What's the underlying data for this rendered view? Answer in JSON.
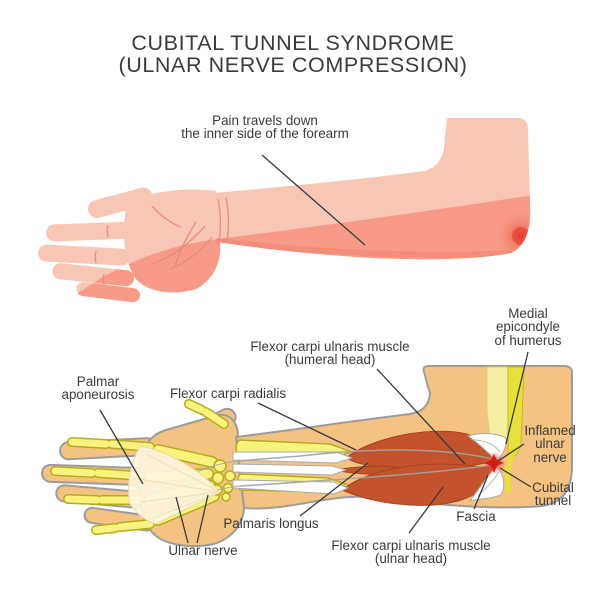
{
  "title": {
    "line1": "CUBITAL TUNNEL SYNDROME",
    "line2": "(ULNAR NERVE COMPRESSION)"
  },
  "figure_top": {
    "description": "arm illustration with pain zone on inner forearm and red glow at elbow",
    "pain_label": "Pain travels down\nthe inner side of the forearm"
  },
  "figure_bottom": {
    "description": "anatomical forearm illustration with bones, flexor muscles, tendons and ulnar nerve",
    "labels": {
      "palmar_aponeurosis": "Palmar\naponeurosis",
      "flexor_carpi_radialis": "Flexor carpi radialis",
      "fcu_humeral": "Flexor carpi ulnaris muscle\n(humeral head)",
      "medial_epicondyle": "Medial\nepicondyle\nof humerus",
      "inflamed_ulnar_nerve": "Inflamed\nulnar\nnerve",
      "cubital_tunnel": "Cubital\ntunnel",
      "fascia": "Fascia",
      "fcu_ulnar": "Flexor carpi ulnaris muscle\n(ulnar head)",
      "palmaris_longus": "Palmaris longus",
      "ulnar_nerve": "Ulnar nerve"
    }
  },
  "colors": {
    "text": "#3A3A3C",
    "skin_top_arm": "#F8C6B4",
    "pain_band": "#F6907E",
    "elbow_glow": "#E5392B",
    "skin_bottom_arm": "#F5C381",
    "skin_outline": "#9C9C9C",
    "bone_fill": "#F8F37E",
    "bone_outline": "#B5AC1E",
    "nerve_yellow": "#E7E03C",
    "muscle": "#C3532C",
    "tendon_white": "#FFFFFF",
    "aponeurosis": "#FCF5DE",
    "inflamed_nerve": "#CC1A0E"
  }
}
